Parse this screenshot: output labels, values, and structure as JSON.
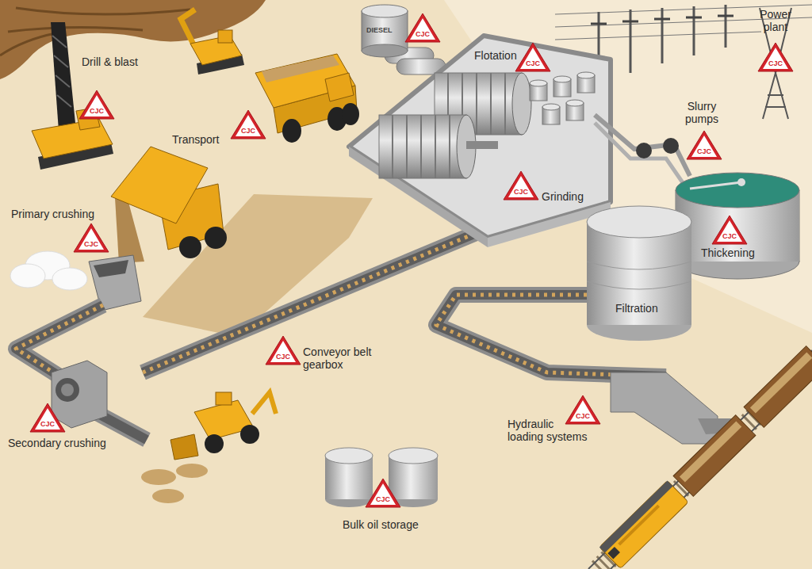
{
  "diagram": {
    "nodes": [
      {
        "text": [
          "CJC"
        ]
      },
      {
        "text": [
          "CJC"
        ]
      },
      {
        "text": [
          "CJC"
        ]
      },
      {
        "text": [
          "CJC"
        ]
      },
      {
        "text": [
          "CJC"
        ]
      },
      {
        "text": [
          "CJC"
        ]
      },
      {
        "text": [
          "CJC"
        ]
      },
      {
        "text": [
          "CJC"
        ]
      },
      {
        "text": [
          "CJC"
        ]
      },
      {
        "text": [
          "CJC"
        ]
      },
      {
        "text": [
          "CJC"
        ]
      },
      {
        "text": [
          "CJC"
        ]
      },
      {
        "text": [
          "CJC"
        ]
      }
    ],
    "labels": [
      "Drill & blast",
      "DIESEL",
      "Flotation",
      "Power plant",
      "Slurry pumps",
      "Transport",
      "Grinding",
      "Primary crushing",
      "Thickening",
      "Filtration",
      "Conveyor belt gearbox",
      "Hydraulic loading systems",
      "Secondary crushing",
      "Bulk oil storage"
    ]
  }
}
